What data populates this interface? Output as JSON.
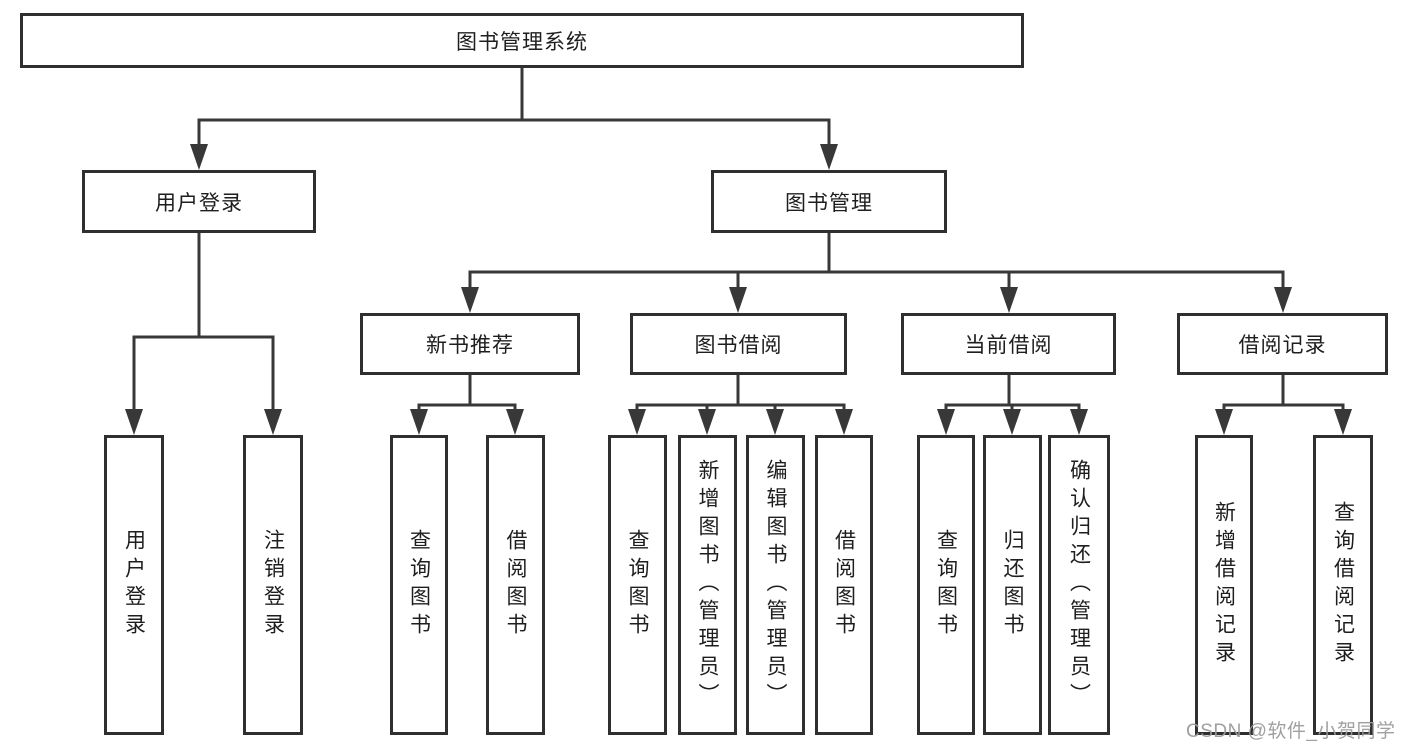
{
  "page": {
    "background": "#ffffff"
  },
  "colors": {
    "line": "#383838",
    "box_border": "#2f2f2f",
    "text": "#1e1e1e",
    "watermark": "#9b9b9b"
  },
  "watermark": {
    "text": "CSDN @软件_小贺同学"
  },
  "tree": {
    "root": {
      "label": "图书管理系统"
    },
    "branches": [
      {
        "label": "用户登录",
        "leaves": [
          "用户登录",
          "注销登录"
        ]
      },
      {
        "label": "图书管理",
        "groups": [
          {
            "label": "新书推荐",
            "leaves": [
              "查询图书",
              "借阅图书"
            ]
          },
          {
            "label": "图书借阅",
            "leaves": [
              "查询图书",
              "新增图书（管理员）",
              "编辑图书（管理员）",
              "借阅图书"
            ]
          },
          {
            "label": "当前借阅",
            "leaves": [
              "查询图书",
              "归还图书",
              "确认归还（管理员）"
            ]
          },
          {
            "label": "借阅记录",
            "leaves": [
              "新增借阅记录",
              "查询借阅记录"
            ]
          }
        ]
      }
    ]
  }
}
